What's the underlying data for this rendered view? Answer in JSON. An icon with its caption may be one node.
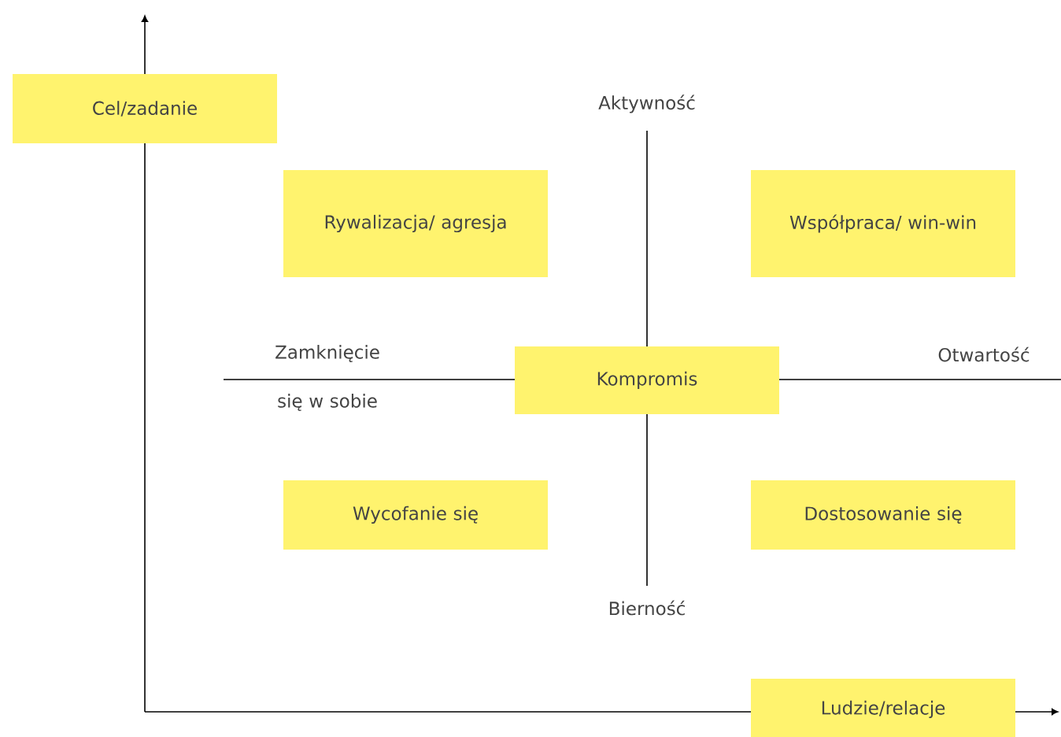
{
  "diagram": {
    "nodes": [
      {
        "text": [
          "Cel/zadanie"
        ]
      },
      {
        "text": [
          "Rywalizacja/ agresja"
        ]
      },
      {
        "text": [
          "Współpraca/ win-win"
        ]
      },
      {
        "text": [
          "Kompromis"
        ]
      },
      {
        "text": [
          "Wycofanie się"
        ]
      },
      {
        "text": [
          "Dostosowanie się"
        ]
      },
      {
        "text": [
          "Ludzie/relacje"
        ]
      }
    ],
    "labels": [
      "Aktywność",
      "Zamknięcie się w sobie",
      "Otwartość",
      "Bierność"
    ]
  }
}
